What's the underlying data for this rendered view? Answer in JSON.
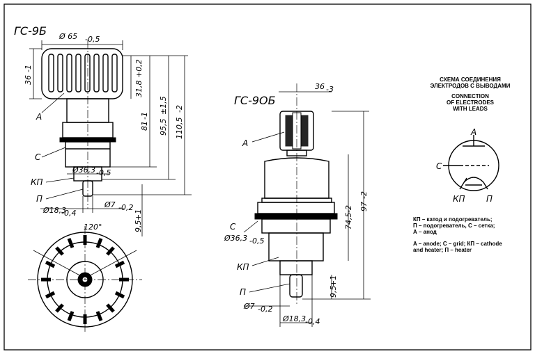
{
  "left_drawing": {
    "title": "ГС-9Б",
    "dim_diameter_top": "Ø 65",
    "dim_diameter_top_tol": "-0,5",
    "dim_36": "36",
    "dim_36_tol": "-1",
    "dim_31_8": "31,8",
    "dim_31_8_tol": "+0,2",
    "dim_81": "81",
    "dim_81_tol": "-1",
    "dim_95_5": "95,5",
    "dim_95_5_tol": "±1,5",
    "dim_110_5": "110,5",
    "dim_110_5_tol": "-2",
    "dim_d363": "Ø36,3",
    "dim_d363_tol": "-0,5",
    "dim_d183": "Ø18,3",
    "dim_d183_tol": "-0,4",
    "dim_d7": "Ø7",
    "dim_d7_tol": "-0,2",
    "dim_9_5": "9,5",
    "dim_9_5_tol": "+1",
    "angle": "120°",
    "label_a": "А",
    "label_c": "С",
    "label_kp": "КП",
    "label_p": "П"
  },
  "right_drawing": {
    "title": "ГС-9ОБ",
    "dim_36": "36",
    "dim_36_tol": "-3",
    "dim_74_5": "74,5",
    "dim_74_5_tol": "-2",
    "dim_97": "97",
    "dim_97_tol": "-2",
    "dim_d363": "Ø36,3",
    "dim_d363_tol": "-0,5",
    "dim_d7": "Ø7",
    "dim_d7_tol": "-0,2",
    "dim_9_5": "9,5",
    "dim_9_5_tol": "+1",
    "dim_d183": "Ø18,3",
    "dim_d183_tol": "-0,4",
    "label_a": "А",
    "label_c": "С",
    "label_kp": "КП",
    "label_p": "П"
  },
  "schema": {
    "title_ru_line1": "СХЕМА СОЕДИНЕНИЯ",
    "title_ru_line2": "ЭЛЕКТРОДОВ С ВЫВОДАМИ",
    "title_en_line1": "CONNECTION",
    "title_en_line2": "OF ELECTRODES",
    "title_en_line3": "WITH LEADS",
    "pin_a": "А",
    "pin_c": "С",
    "pin_kp": "КП",
    "pin_p": "П",
    "legend_ru_line1": "КП – катод и подогреватель;",
    "legend_ru_line2": "П – подогреватель, С – сетка;",
    "legend_ru_line3": "А – анод",
    "legend_en_line1": "A – anode; C – grid; КП – cathode",
    "legend_en_line2": "and heater; П – heater"
  }
}
